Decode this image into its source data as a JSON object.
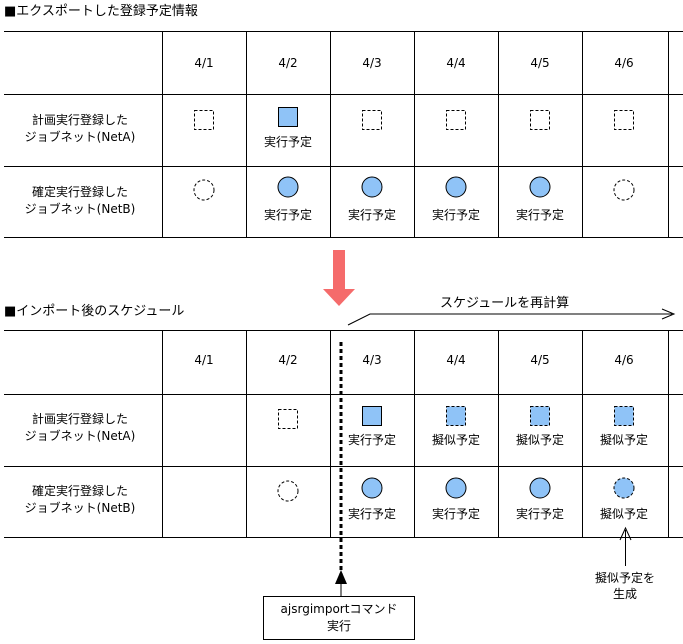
{
  "top_section": {
    "title": "■エクスポートした登録予定情報",
    "dates": [
      "4/1",
      "4/2",
      "4/3",
      "4/4",
      "4/5",
      "4/6"
    ],
    "rows": [
      {
        "label": [
          "計画実行登録した",
          "ジョブネット(NetA)"
        ],
        "cells": [
          {
            "mark": "square-dashed",
            "text": ""
          },
          {
            "mark": "square-filled",
            "text": "実行予定"
          },
          {
            "mark": "square-dashed",
            "text": ""
          },
          {
            "mark": "square-dashed",
            "text": ""
          },
          {
            "mark": "square-dashed",
            "text": ""
          },
          {
            "mark": "square-dashed",
            "text": ""
          }
        ]
      },
      {
        "label": [
          "確定実行登録した",
          "ジョブネット(NetB)"
        ],
        "cells": [
          {
            "mark": "circle-dashed",
            "text": ""
          },
          {
            "mark": "circle-filled",
            "text": "実行予定"
          },
          {
            "mark": "circle-filled",
            "text": "実行予定"
          },
          {
            "mark": "circle-filled",
            "text": "実行予定"
          },
          {
            "mark": "circle-filled",
            "text": "実行予定"
          },
          {
            "mark": "circle-dashed",
            "text": ""
          }
        ]
      }
    ]
  },
  "bottom_section": {
    "title": "■インポート後のスケジュール",
    "recalc_label": "スケジュールを再計算",
    "dates": [
      "4/1",
      "4/2",
      "4/3",
      "4/4",
      "4/5",
      "4/6"
    ],
    "rows": [
      {
        "label": [
          "計画実行登録した",
          "ジョブネット(NetA)"
        ],
        "cells": [
          {
            "mark": "none",
            "text": ""
          },
          {
            "mark": "square-dashed",
            "text": ""
          },
          {
            "mark": "square-filled",
            "text": "実行予定"
          },
          {
            "mark": "square-filled-dashed",
            "text": "擬似予定"
          },
          {
            "mark": "square-filled-dashed",
            "text": "擬似予定"
          },
          {
            "mark": "square-filled-dashed",
            "text": "擬似予定"
          }
        ]
      },
      {
        "label": [
          "確定実行登録した",
          "ジョブネット(NetB)"
        ],
        "cells": [
          {
            "mark": "none",
            "text": ""
          },
          {
            "mark": "circle-dashed",
            "text": ""
          },
          {
            "mark": "circle-filled",
            "text": "実行予定"
          },
          {
            "mark": "circle-filled",
            "text": "実行予定"
          },
          {
            "mark": "circle-filled",
            "text": "実行予定"
          },
          {
            "mark": "circle-filled-dashed",
            "text": "擬似予定"
          }
        ]
      }
    ]
  },
  "command_box": [
    "ajsrgimportコマンド",
    "実行"
  ],
  "pseudo_note": [
    "擬似予定を",
    "生成"
  ],
  "colors": {
    "fill": "#8fc3f7",
    "arrow": "#f56b6b",
    "line": "#000000"
  }
}
